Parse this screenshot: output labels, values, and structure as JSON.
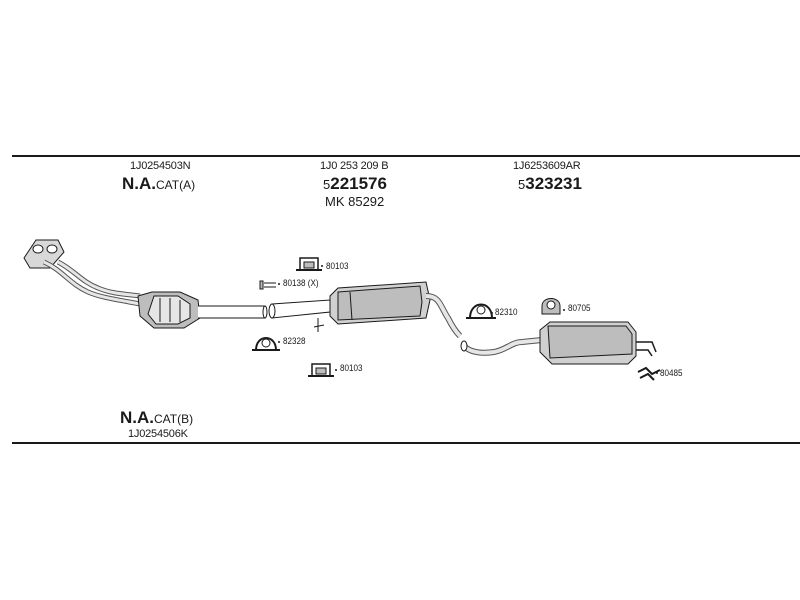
{
  "columns": [
    {
      "part_number": "1J0254503N",
      "cat_name": "N.A.",
      "cat_suffix": "CAT(A)"
    },
    {
      "part_number": "1J0 253 209 B",
      "code_prefix": "5",
      "code_main": "221576",
      "mk": "MK 85292"
    },
    {
      "part_number": "1J6253609AR",
      "code_prefix": "5",
      "code_main": "323231"
    }
  ],
  "bottom_left": {
    "cat_name": "N.A.",
    "cat_suffix": "CAT(B)",
    "part_number": "1J0254506K"
  },
  "labels": {
    "clamp_top": "80103",
    "sleeve": "80138 (X)",
    "ring_left": "82328",
    "clamp_bottom": "80103",
    "ring_right": "82310",
    "hanger": "80705",
    "bracket": "80485"
  },
  "colors": {
    "line": "#1a1a1a",
    "part": "#555555",
    "shade": "#bdbdbd",
    "light": "#e6e6e6"
  }
}
